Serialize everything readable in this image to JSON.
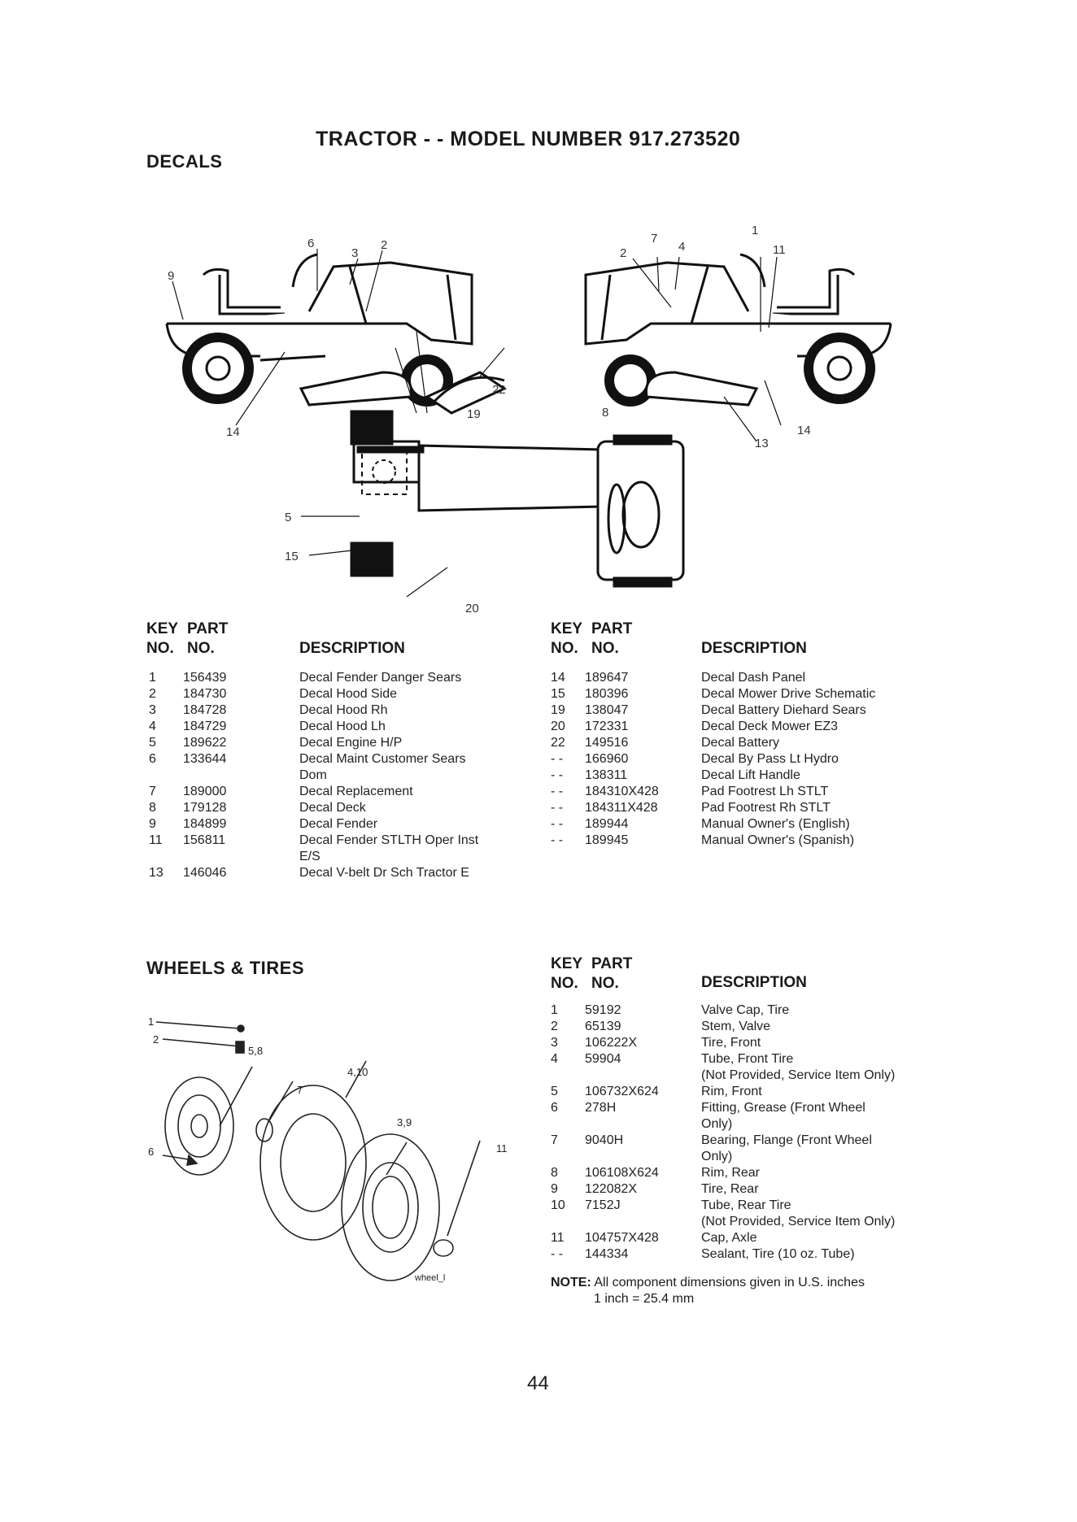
{
  "header": {
    "title": "TRACTOR - - MODEL NUMBER 917.273520",
    "section_decals": "DECALS",
    "section_wheels": "WHEELS & TIRES"
  },
  "column_headers": {
    "key_top": "KEY",
    "part_top": "PART",
    "key_bottom": "NO.",
    "part_bottom": "NO.",
    "description": "DESCRIPTION"
  },
  "decal_callouts": [
    "6",
    "3",
    "2",
    "9",
    "14",
    "7",
    "4",
    "1",
    "11",
    "2",
    "22",
    "19",
    "8",
    "14",
    "13",
    "5",
    "15",
    "20"
  ],
  "wheel_callouts": [
    "1",
    "2",
    "5,8",
    "4,10",
    "7",
    "3,9",
    "6",
    "11",
    "wheel_l"
  ],
  "decals_left": [
    {
      "key": "1",
      "part": "156439",
      "desc": [
        "Decal Fender Danger Sears"
      ]
    },
    {
      "key": "2",
      "part": "184730",
      "desc": [
        "Decal Hood Side"
      ]
    },
    {
      "key": "3",
      "part": "184728",
      "desc": [
        "Decal Hood Rh"
      ]
    },
    {
      "key": "4",
      "part": "184729",
      "desc": [
        "Decal Hood Lh"
      ]
    },
    {
      "key": "5",
      "part": "189622",
      "desc": [
        "Decal Engine H/P"
      ]
    },
    {
      "key": "6",
      "part": "133644",
      "desc": [
        "Decal Maint Customer Sears",
        "Dom"
      ]
    },
    {
      "key": "7",
      "part": "189000",
      "desc": [
        "Decal Replacement"
      ]
    },
    {
      "key": "8",
      "part": "179128",
      "desc": [
        "Decal Deck"
      ]
    },
    {
      "key": "9",
      "part": "184899",
      "desc": [
        "Decal Fender"
      ]
    },
    {
      "key": "11",
      "part": "156811",
      "desc": [
        "Decal Fender STLTH Oper Inst",
        "E/S"
      ]
    },
    {
      "key": "13",
      "part": "146046",
      "desc": [
        "Decal V-belt Dr Sch Tractor E"
      ]
    }
  ],
  "decals_right": [
    {
      "key": "14",
      "part": "189647",
      "desc": [
        "Decal Dash Panel"
      ]
    },
    {
      "key": "15",
      "part": "180396",
      "desc": [
        "Decal Mower Drive Schematic"
      ]
    },
    {
      "key": "19",
      "part": "138047",
      "desc": [
        "Decal Battery Diehard Sears"
      ]
    },
    {
      "key": "20",
      "part": "172331",
      "desc": [
        "Decal Deck Mower EZ3"
      ]
    },
    {
      "key": "22",
      "part": "149516",
      "desc": [
        "Decal Battery"
      ]
    },
    {
      "key": "- -",
      "part": "166960",
      "desc": [
        "Decal By Pass Lt Hydro"
      ]
    },
    {
      "key": "- -",
      "part": "138311",
      "desc": [
        "Decal Lift Handle"
      ]
    },
    {
      "key": "- -",
      "part": "184310X428",
      "desc": [
        "Pad Footrest Lh STLT"
      ]
    },
    {
      "key": "- -",
      "part": "184311X428",
      "desc": [
        "Pad Footrest Rh STLT"
      ]
    },
    {
      "key": "- -",
      "part": "189944",
      "desc": [
        "Manual Owner's (English)"
      ]
    },
    {
      "key": "- -",
      "part": "189945",
      "desc": [
        "Manual Owner's (Spanish)"
      ]
    }
  ],
  "wheels": [
    {
      "key": "1",
      "part": "59192",
      "desc": [
        "Valve Cap, Tire"
      ]
    },
    {
      "key": "2",
      "part": "65139",
      "desc": [
        "Stem, Valve"
      ]
    },
    {
      "key": "3",
      "part": "106222X",
      "desc": [
        "Tire, Front"
      ]
    },
    {
      "key": "4",
      "part": "59904",
      "desc": [
        "Tube, Front Tire",
        "(Not Provided, Service Item Only)"
      ]
    },
    {
      "key": "5",
      "part": "106732X624",
      "desc": [
        "Rim, Front"
      ]
    },
    {
      "key": "6",
      "part": "278H",
      "desc": [
        "Fitting, Grease (Front Wheel",
        "Only)"
      ]
    },
    {
      "key": "7",
      "part": "9040H",
      "desc": [
        "Bearing, Flange (Front Wheel",
        "Only)"
      ]
    },
    {
      "key": "8",
      "part": "106108X624",
      "desc": [
        "Rim, Rear"
      ]
    },
    {
      "key": "9",
      "part": "122082X",
      "desc": [
        "Tire, Rear"
      ]
    },
    {
      "key": "10",
      "part": "7152J",
      "desc": [
        "Tube, Rear Tire",
        "(Not Provided, Service Item Only)"
      ]
    },
    {
      "key": "11",
      "part": "104757X428",
      "desc": [
        "Cap, Axle"
      ]
    },
    {
      "key": "- -",
      "part": "144334",
      "desc": [
        "Sealant, Tire (10 oz. Tube)"
      ]
    }
  ],
  "note": {
    "label": "NOTE:",
    "line1": "All component dimensions given in U.S. inches",
    "line2": "1 inch = 25.4 mm"
  },
  "page_number": "44"
}
